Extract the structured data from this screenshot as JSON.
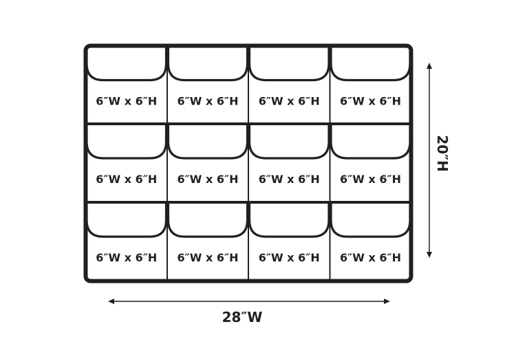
{
  "organizer": {
    "rows": 3,
    "columns": 4,
    "pockets": [
      [
        "6″W x 6″H",
        "6″W x 6″H",
        "6″W x 6″H",
        "6″W x 6″H"
      ],
      [
        "6″W x 6″H",
        "6″W x 6″H",
        "6″W x 6″H",
        "6″W x 6″H"
      ],
      [
        "6″W x 6″H",
        "6″W x 6″H",
        "6″W x 6″H",
        "6″W x 6″H"
      ]
    ]
  },
  "dimensions": {
    "width_label": "28″W",
    "height_label": "20″H"
  },
  "colors": {
    "ink": "#231f20",
    "background": "#ffffff"
  }
}
